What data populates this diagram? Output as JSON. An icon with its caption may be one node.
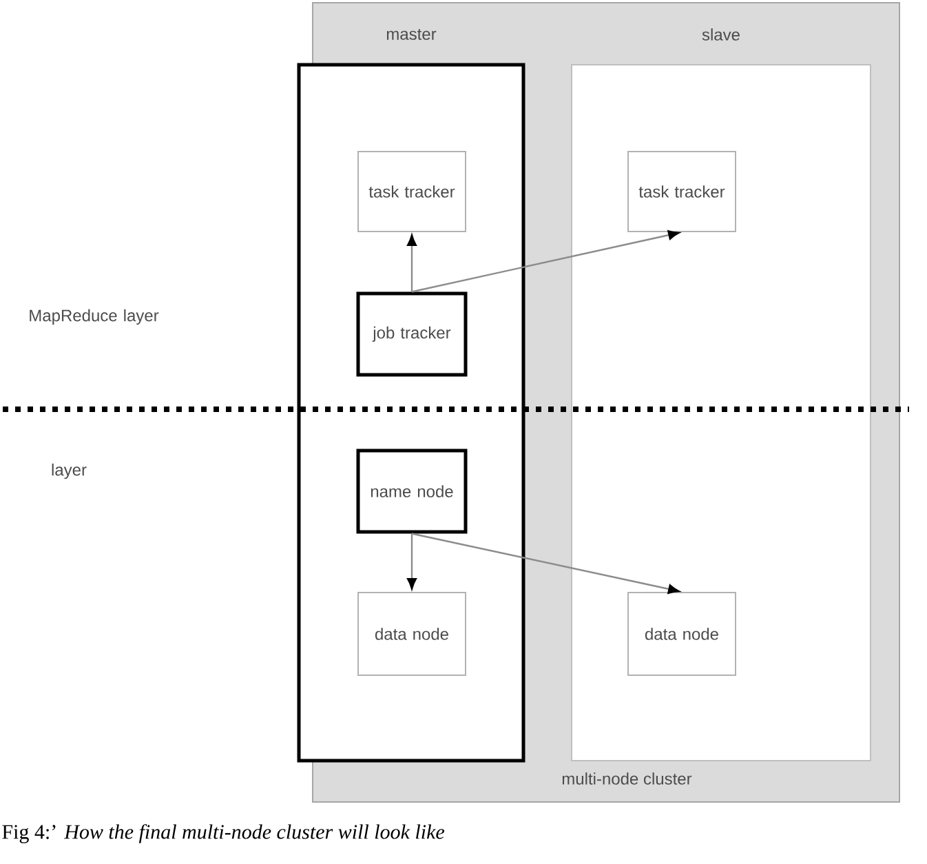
{
  "diagram": {
    "caption": "Fig 4:’ *How the final multi-node cluster will look like*",
    "nodes": [
      {
        "text": [
          "multi-node cluster"
        ]
      },
      {
        "text": [
          "master"
        ],
        "in": 0
      },
      {
        "text": [
          "slave"
        ],
        "in": 0
      },
      {
        "text": [
          "task tracker"
        ],
        "in": 1
      },
      {
        "text": [
          "job tracker"
        ],
        "in": 1
      },
      {
        "text": [
          "name node"
        ],
        "in": 1
      },
      {
        "text": [
          "data node"
        ],
        "in": 1
      },
      {
        "text": [
          "task tracker"
        ],
        "in": 2
      },
      {
        "text": [
          "data node"
        ],
        "in": 2
      }
    ],
    "edges": [
      {
        "from": 4,
        "to": 3,
        "arrow": "to"
      },
      {
        "from": 4,
        "to": 7,
        "arrow": "to"
      },
      {
        "from": 5,
        "to": 6,
        "arrow": "to"
      },
      {
        "from": 5,
        "to": 8,
        "arrow": "to"
      }
    ],
    "labels": [
      "MapReduce layer",
      "layer"
    ]
  }
}
